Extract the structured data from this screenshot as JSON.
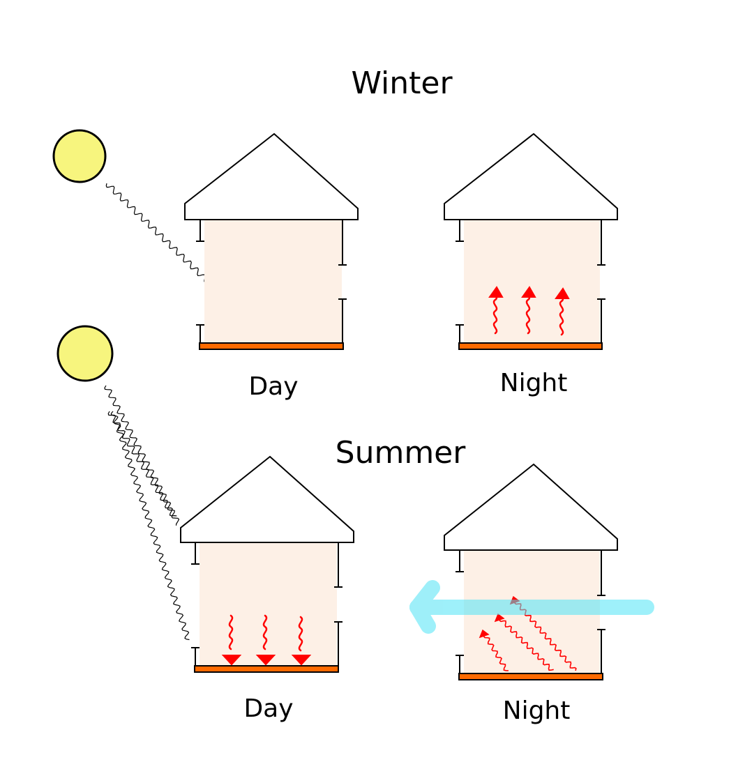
{
  "winter": {
    "title": "Winter",
    "day_label": "Day",
    "night_label": "Night"
  },
  "summer": {
    "title": "Summer",
    "day_label": "Day",
    "night_label": "Night"
  },
  "colors": {
    "sun_fill": "#f7f57e",
    "interior": "#fdf0e6",
    "floor": "#ff6a00",
    "heat": "#ff0000",
    "breeze": "#4fe3f5"
  }
}
